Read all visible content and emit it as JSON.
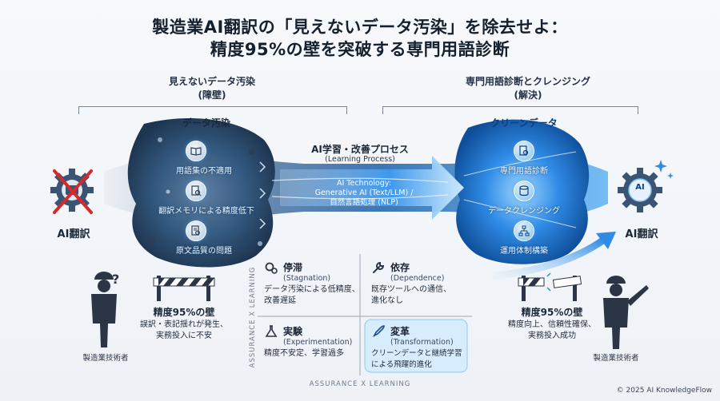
{
  "title": {
    "line1": "製造業AI翻訳の「見えないデータ汚染」を除去せよ：",
    "line2": "精度95%の壁を突破する専門用語診断"
  },
  "left_section": {
    "heading": "見えないデータ汚染",
    "subheading": "(障壁)",
    "panel_title": "データ汚染",
    "items": [
      "用語集の不適用",
      "翻訳メモリによる精度低下",
      "原文品質の問題"
    ]
  },
  "right_section": {
    "heading": "専門用語診断とクレンジング",
    "subheading": "(解決)",
    "panel_title": "クリーンデータ",
    "items": [
      "専門用語診断",
      "データクレンジング",
      "運用体制構築"
    ]
  },
  "center": {
    "process_title": "AI学習・改善プロセス",
    "process_sub": "(Learning Process)",
    "tech_line1": "AI Technology:",
    "tech_line2": "Generative AI (Text/LLM) /",
    "tech_line3": "自然言語処理 (NLP)"
  },
  "left_ai": {
    "label": "AI翻訳"
  },
  "right_ai": {
    "label": "AI翻訳",
    "badge": "AI"
  },
  "left_wall": {
    "title": "精度95%の壁",
    "line1": "誤訳・表記揺れが発生、",
    "line2": "実務投入に不安"
  },
  "right_wall": {
    "title": "精度95%の壁",
    "line1": "精度向上、信頼性確保、",
    "line2": "実務投入成功"
  },
  "left_person": {
    "label": "製造業技術者",
    "mark": "?"
  },
  "right_person": {
    "label": "製造業技術者"
  },
  "quadrants": {
    "stagnation": {
      "title": "停滞",
      "sub": "(Stagnation)",
      "line1": "データ汚染による低精度、",
      "line2": "改善遅延"
    },
    "dependence": {
      "title": "依存",
      "sub": "(Dependence)",
      "line1": "既存ツールへの通信、",
      "line2": "進化なし"
    },
    "experimentation": {
      "title": "実験",
      "sub": "(Experimentation)",
      "line1": "精度不安定、学習過多",
      "line2": ""
    },
    "transformation": {
      "title": "変革",
      "sub": "(Transformation)",
      "line1": "クリーンデータと継続学習",
      "line2": "による飛躍的進化"
    }
  },
  "axes": {
    "x_label": "ASSURANCE  X  LEARNING",
    "y_label": "ASSURANCE  X  LEARNING"
  },
  "footer": {
    "copyright": "© 2025 AI KnowledgeFlow"
  },
  "colors": {
    "accent_blue": "#2f8be6",
    "dark_navy": "#15202e",
    "error_red": "#d62a2a",
    "transform_glow": "#bfe4ff"
  }
}
